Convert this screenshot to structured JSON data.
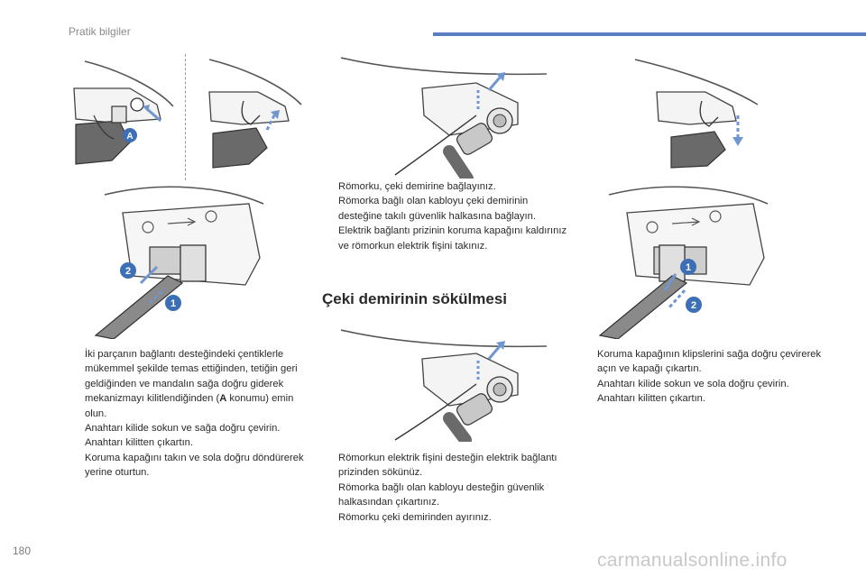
{
  "header": {
    "section_title": "Pratik bilgiler",
    "accent_color": "#5a7fc0"
  },
  "figures": {
    "fig1_label": "A",
    "fig3_labels": [
      "2",
      "1"
    ],
    "fig7_labels": [
      "1",
      "2"
    ],
    "label_color": "#3d6fb6"
  },
  "instructions": {
    "left": [
      {
        "pre": "İki parçanın bağlantı desteğindeki çentiklerle mükemmel şekilde temas ettiğinden, tetiğin geri geldiğinden ve mandalın sağa doğru giderek mekanizmayı kilitlendiğinden (",
        "bold": "A",
        "post": " konumu) emin olun."
      },
      {
        "text": "Anahtarı kilide sokun ve sağa doğru çevirin."
      },
      {
        "text": "Anahtarı kilitten çıkartın."
      },
      {
        "text": "Koruma kapağını takın ve sola doğru döndürerek yerine oturtun."
      }
    ],
    "middle_top": [
      {
        "text": "Römorku, çeki demirine bağlayınız."
      },
      {
        "text": "Römorka bağlı olan kabloyu çeki demirinin desteğine takılı güvenlik halkasına bağlayın."
      },
      {
        "text": "Elektrik bağlantı prizinin koruma kapağını kaldırınız ve römorkun elektrik fişini takınız."
      }
    ],
    "middle_bottom": [
      {
        "text": "Römorkun elektrik fişini desteğin elektrik bağlantı prizinden sökünüz."
      },
      {
        "text": "Römorka bağlı olan kabloyu desteğin güvenlik halkasından çıkartınız."
      },
      {
        "text": "Römorku çeki demirinden ayırınız."
      }
    ],
    "right": [
      {
        "text": "Koruma kapağının klipslerini sağa doğru çevirerek açın ve kapağı çıkartın."
      },
      {
        "text": "Anahtarı kilide sokun ve sola doğru çevirin."
      },
      {
        "text": "Anahtarı kilitten çıkartın."
      }
    ]
  },
  "section": {
    "heading": "Çeki demirinin sökülmesi"
  },
  "bullet_glyph": "",
  "footer": {
    "page_number": "180",
    "watermark": "carmanualsonline.info"
  }
}
